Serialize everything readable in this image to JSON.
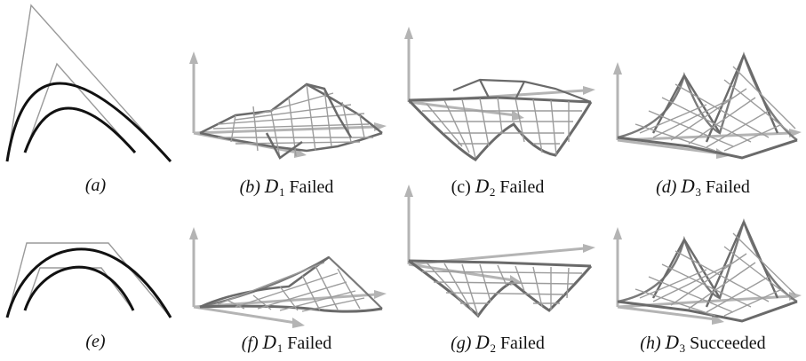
{
  "figure": {
    "rows": [
      {
        "panels": [
          {
            "id": "a",
            "tag": "(a)",
            "domain": "",
            "index": "",
            "status": ""
          },
          {
            "id": "b",
            "tag": "(b)",
            "domain": "D",
            "index": "1",
            "status": "Failed"
          },
          {
            "id": "c",
            "tag": "(c)",
            "domain": "D",
            "index": "2",
            "status": "Failed"
          },
          {
            "id": "d",
            "tag": "(d)",
            "domain": "D",
            "index": "3",
            "status": "Failed"
          }
        ]
      },
      {
        "panels": [
          {
            "id": "e",
            "tag": "(e)",
            "domain": "",
            "index": "",
            "status": ""
          },
          {
            "id": "f",
            "tag": "(f)",
            "domain": "D",
            "index": "1",
            "status": "Failed"
          },
          {
            "id": "g",
            "tag": "(g)",
            "domain": "D",
            "index": "2",
            "status": "Failed"
          },
          {
            "id": "h",
            "tag": "(h)",
            "domain": "D",
            "index": "3",
            "status": "Succeeded"
          }
        ]
      }
    ],
    "colors": {
      "curve": "#111111",
      "control_polygon": "#9a9a9a",
      "axis_arrow": "#b4b4b4",
      "mesh_dark": "#666666",
      "mesh_light": "#9c9c9c"
    }
  }
}
